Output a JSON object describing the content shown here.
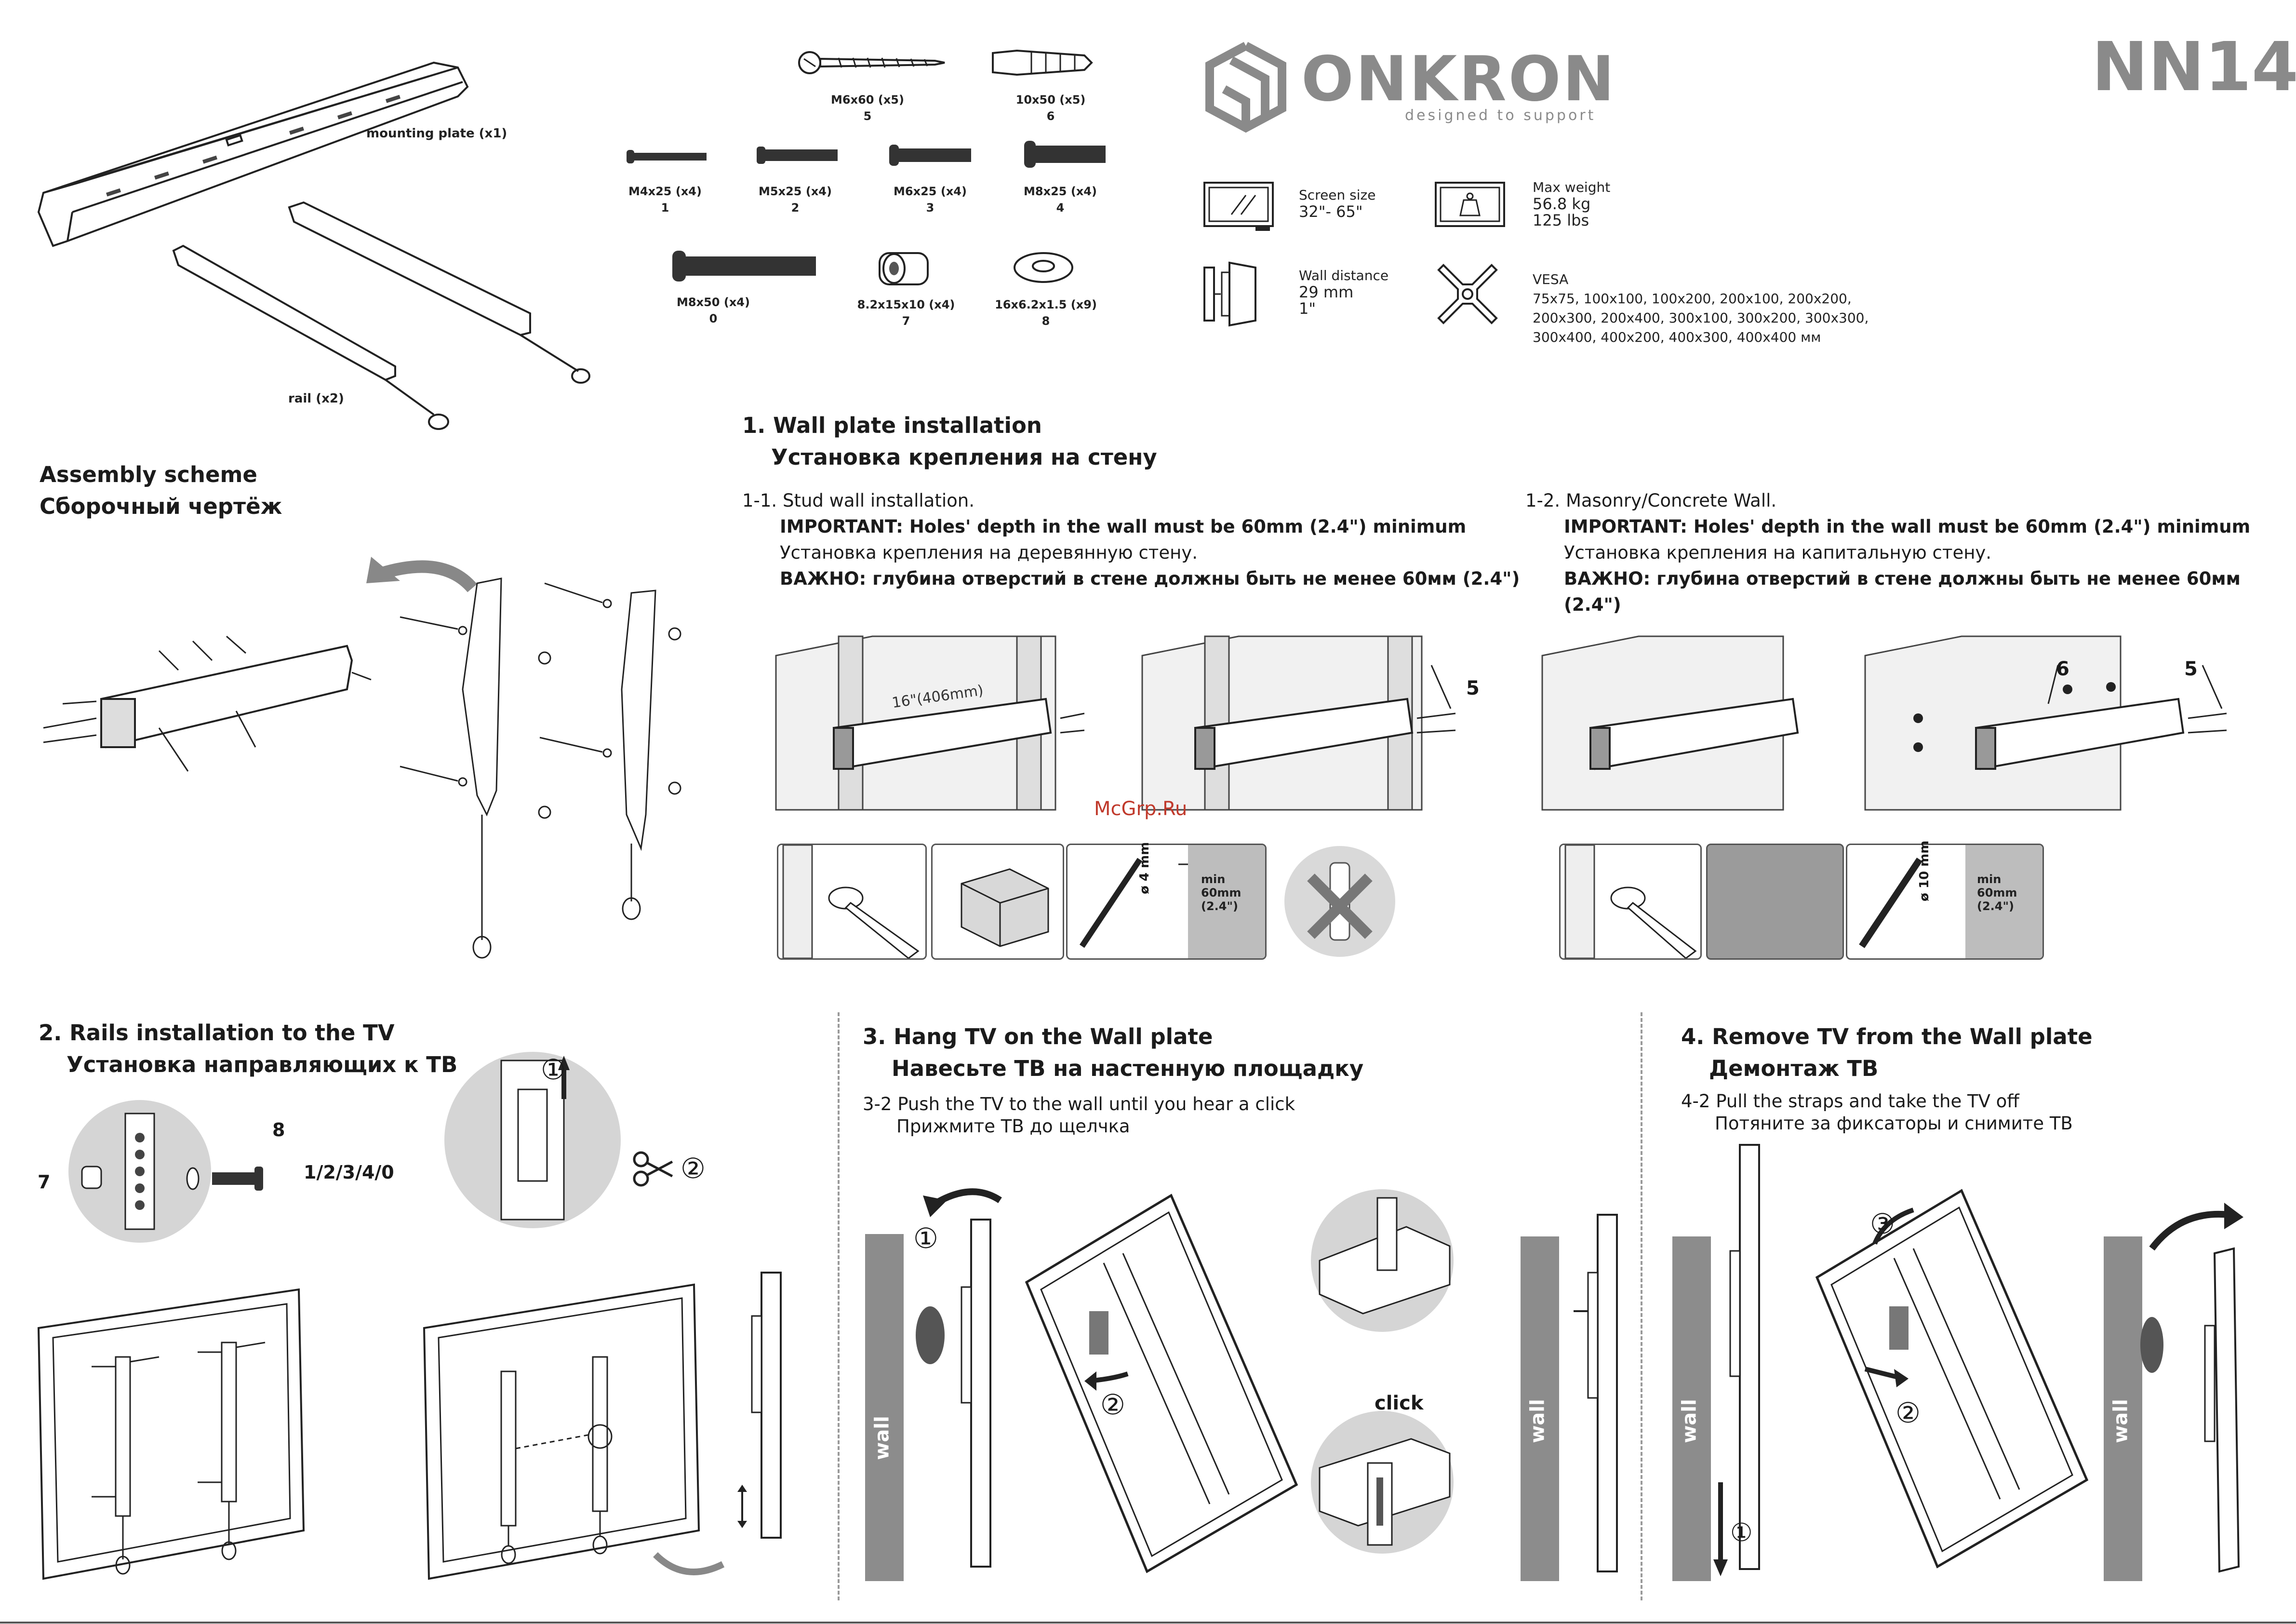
{
  "header": {
    "brand_name": "ONKRON",
    "brand_tagline": "designed to support",
    "model": "NN14",
    "watermark": "McGrp.Ru"
  },
  "parts": {
    "mounting_plate_label": "mounting plate (x1)",
    "rail_label": "rail (x2)",
    "items": [
      {
        "size": "M6x60 (x5)",
        "no": "5"
      },
      {
        "size": "10x50 (x5)",
        "no": "6"
      },
      {
        "size": "M4x25 (x4)",
        "no": "1"
      },
      {
        "size": "M5x25 (x4)",
        "no": "2"
      },
      {
        "size": "M6x25 (x4)",
        "no": "3"
      },
      {
        "size": "M8x25 (x4)",
        "no": "4"
      },
      {
        "size": "M8x50 (x4)",
        "no": "0"
      },
      {
        "size": "8.2x15x10 (x4)",
        "no": "7"
      },
      {
        "size": "16x6.2x1.5 (x9)",
        "no": "8"
      }
    ]
  },
  "specs": {
    "screen_size_label": "Screen size",
    "screen_size_value": "32\"- 65\"",
    "max_weight_label": "Max weight",
    "max_weight_kg": "56.8 kg",
    "max_weight_lbs": "125 lbs",
    "wall_distance_label": "Wall distance",
    "wall_distance_mm": "29 mm",
    "wall_distance_in": "1\"",
    "vesa_label": "VESA",
    "vesa_line1": "75x75, 100x100, 100x200, 200x100, 200x200,",
    "vesa_line2": "200x300, 200x400, 300x100, 300x200, 300x300,",
    "vesa_line3": "300x400,  400x200, 400x300, 400x400 мм"
  },
  "assembly": {
    "title_en": "Assembly scheme",
    "title_ru": "Сборочный чертёж"
  },
  "section1": {
    "title_en": "1. Wall plate installation",
    "title_ru": "Установка крепления на стену",
    "stud": {
      "line1": "1-1. Stud wall installation.",
      "line2": "IMPORTANT: Holes' depth in the wall must be 60mm (2.4\") minimum",
      "line3": "Установка крепления на деревянную стену.",
      "line4": "ВАЖНО: глубина отверстий в стене должны быть не менее 60мм (2.4\")"
    },
    "masonry": {
      "line1": "1-2. Masonry/Concrete Wall.",
      "line2": "IMPORTANT: Holes' depth in the wall must be 60mm (2.4\") minimum",
      "line3": "Установка крепления на капитальную стену.",
      "line4": "ВАЖНО: глубина отверстий в стене должны быть не менее 60мм (2.4\")"
    },
    "stud_spacing": "16\"(406mm)",
    "callout_5": "5",
    "callout_6": "6",
    "drill_4": "ø 4 mm",
    "drill_10": "ø 10 mm",
    "min_label": "min",
    "depth_mm": "60mm",
    "depth_in": "(2.4\")"
  },
  "section2": {
    "title_en": "2. Rails installation to the TV",
    "title_ru": "Установка направляющих к ТВ",
    "callout_7": "7",
    "callout_8": "8",
    "callout_screws": "1/2/3/4/0",
    "step1": "①",
    "step2": "②"
  },
  "section3": {
    "title_en": "3. Hang TV on the Wall plate",
    "title_ru": "Навесьте ТВ на настенную площадку",
    "step_en": "3-2 Push the TV to the wall until you hear a click",
    "step_ru": "Прижмите ТВ до щелчка",
    "click": "click",
    "wall": "wall",
    "step1": "①",
    "step2": "②"
  },
  "section4": {
    "title_en": "4. Remove TV from the Wall plate",
    "title_ru": "Демонтаж ТВ",
    "step_en": "4-2 Pull the straps and take the TV off",
    "step_ru": "Потяните за фиксаторы и снимите ТВ",
    "wall": "wall",
    "step1": "①",
    "step2": "②",
    "step3": "③"
  }
}
